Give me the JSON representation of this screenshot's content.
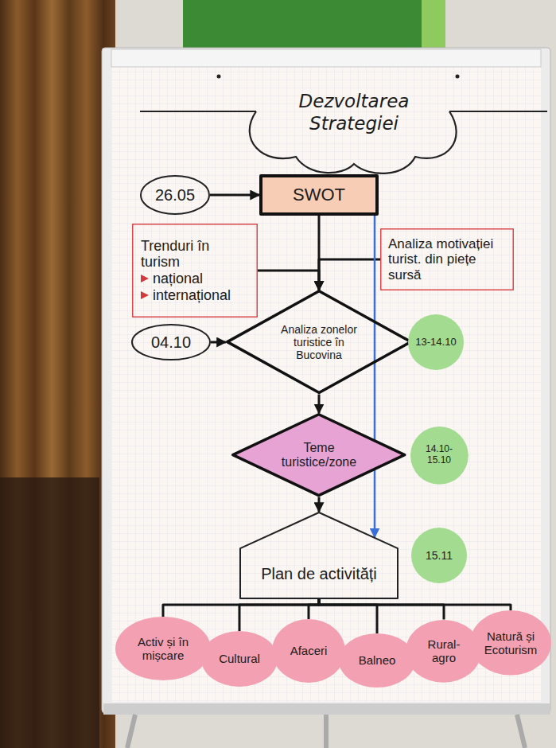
{
  "diagram": {
    "title": "Dezvoltarea Strategiei",
    "nodes": [
      {
        "text": [
          "26.05"
        ]
      },
      {
        "text": [
          "SWOT"
        ]
      },
      {
        "text": [
          "Trenduri în turism",
          "național",
          "internațional"
        ]
      },
      {
        "text": [
          "Analiza motivației turist. din piețe sursă"
        ]
      },
      {
        "text": [
          "04.10"
        ]
      },
      {
        "text": [
          "Analiza zonelor turistice în Bucovina"
        ]
      },
      {
        "text": [
          "13-14.10"
        ]
      },
      {
        "text": [
          "Teme turistice/zone"
        ]
      },
      {
        "text": [
          "14.10-15.10"
        ]
      },
      {
        "text": [
          "Plan de activități"
        ]
      },
      {
        "text": [
          "15.11"
        ]
      },
      {
        "text": [
          "Activ și în mișcare"
        ]
      },
      {
        "text": [
          "Cultural"
        ]
      },
      {
        "text": [
          "Afaceri"
        ]
      },
      {
        "text": [
          "Balneo"
        ]
      },
      {
        "text": [
          "Rural-agro"
        ]
      },
      {
        "text": [
          "Natură și Ecoturism"
        ]
      }
    ],
    "edges": [
      {
        "from": 0,
        "to": 1,
        "arrow": "to"
      },
      {
        "from": 1,
        "to": 5,
        "arrow": "to"
      },
      {
        "from": 2,
        "to": 5,
        "arrow": "to"
      },
      {
        "from": 3,
        "to": 5,
        "arrow": "to"
      },
      {
        "from": 4,
        "to": 5,
        "arrow": "to"
      },
      {
        "from": 5,
        "to": 7,
        "arrow": "to"
      },
      {
        "from": 7,
        "to": 9,
        "arrow": "to"
      },
      {
        "from": 1,
        "to": 9,
        "arrow": "to"
      },
      {
        "from": 9,
        "to": 11,
        "arrow": "none"
      },
      {
        "from": 9,
        "to": 12,
        "arrow": "none"
      },
      {
        "from": 9,
        "to": 13,
        "arrow": "none"
      },
      {
        "from": 9,
        "to": 14,
        "arrow": "none"
      },
      {
        "from": 9,
        "to": 15,
        "arrow": "none"
      },
      {
        "from": 9,
        "to": 16,
        "arrow": "none"
      }
    ]
  }
}
